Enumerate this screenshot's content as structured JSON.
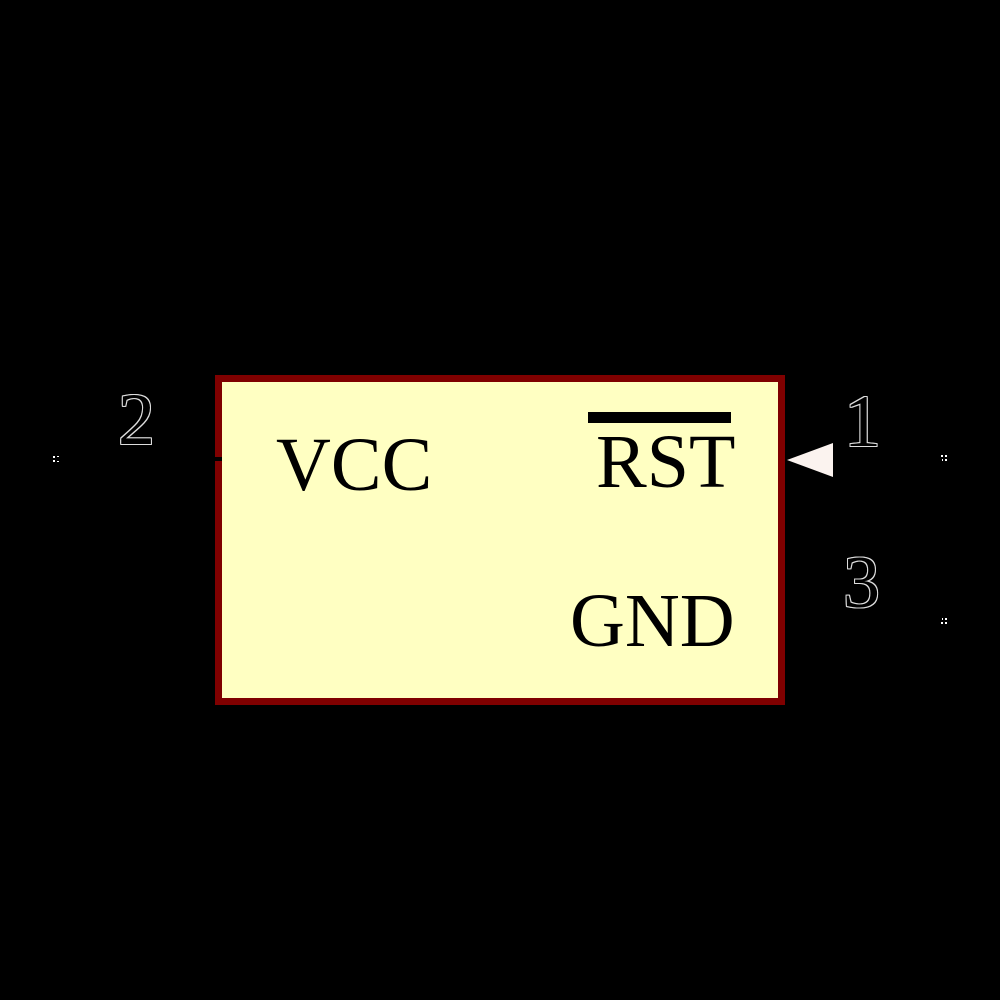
{
  "editor": {
    "background_color": "#000000"
  },
  "symbol": {
    "body_fill_color": "#FFFFC2",
    "body_outline_color": "#7F0000",
    "pin_arrow_color": "#FBF3EF",
    "pin_number_outline_color": "#DDDDDD",
    "pins": [
      {
        "number": "2",
        "name": "VCC",
        "side": "left",
        "active_low": false,
        "decoration": "none"
      },
      {
        "number": "1",
        "name": "RST",
        "side": "right",
        "active_low": true,
        "decoration": "input-arrow"
      },
      {
        "number": "3",
        "name": "GND",
        "side": "right",
        "active_low": false,
        "decoration": "none"
      }
    ]
  }
}
